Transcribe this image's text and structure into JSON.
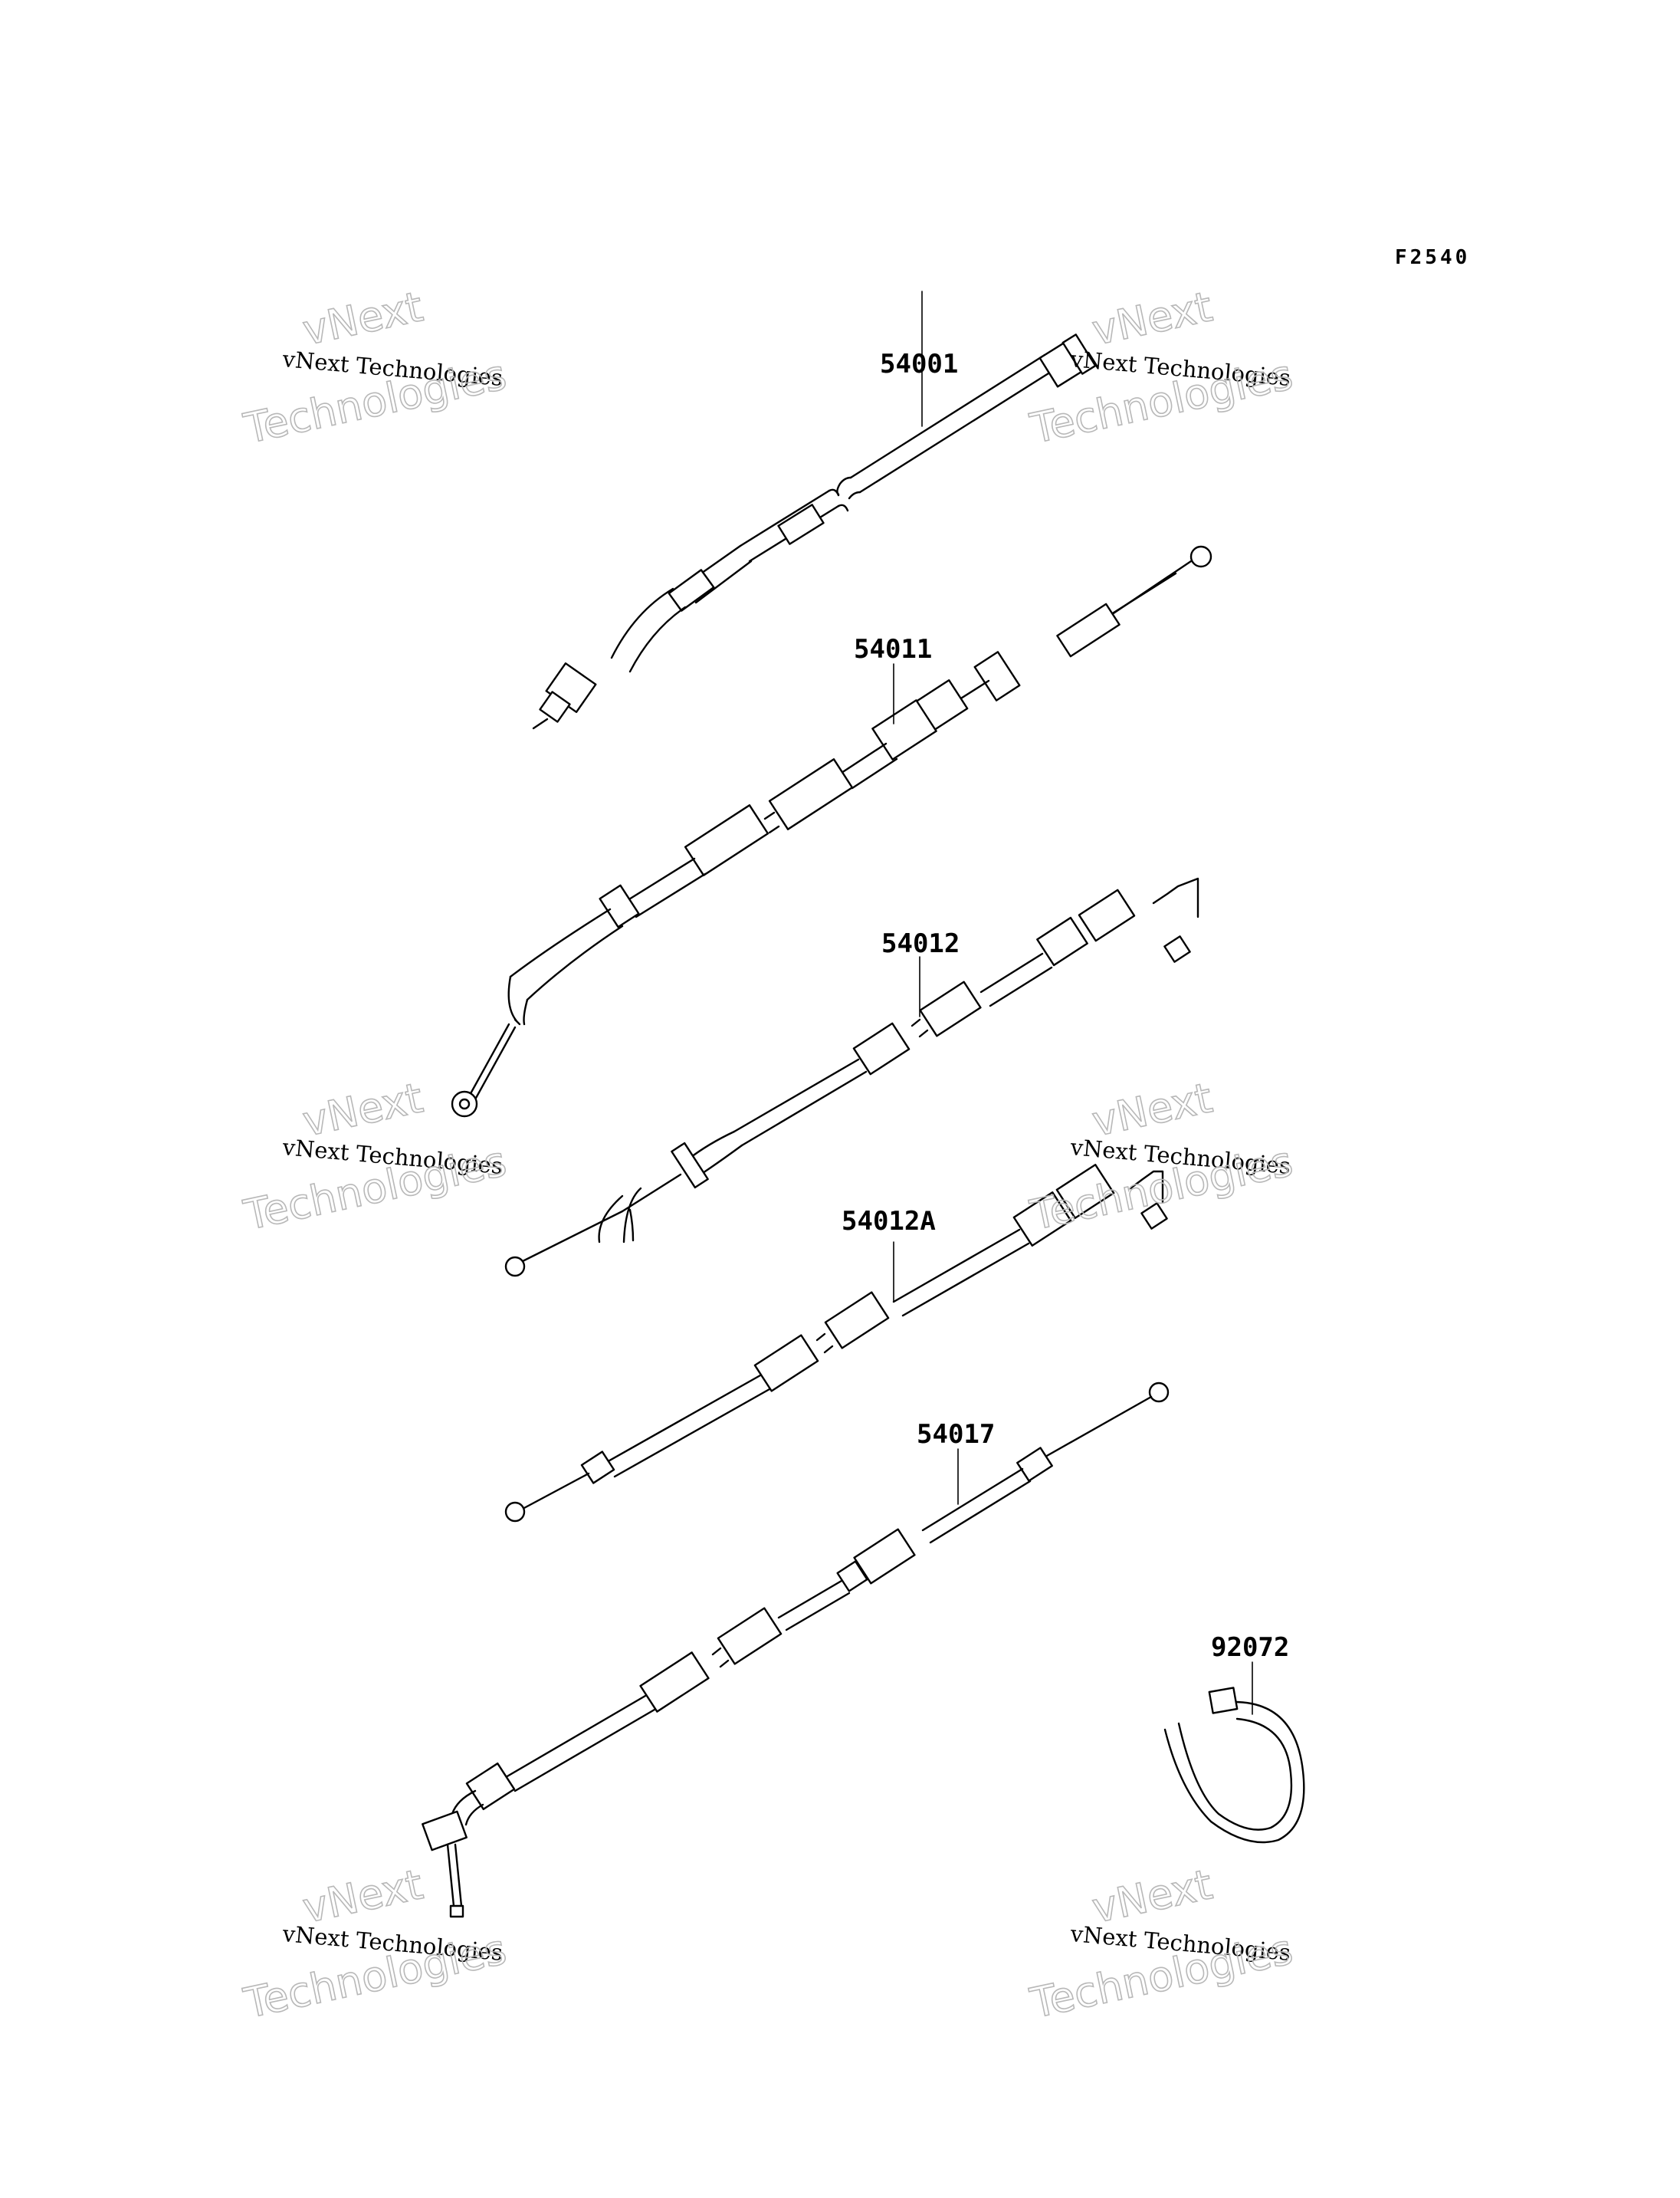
{
  "figure_code": "F2540",
  "watermark": {
    "line": "vNext Technologies",
    "top_word": "vNext",
    "bottom_word": "Technologies"
  },
  "parts": [
    {
      "id": "cable-54001",
      "label": "54001"
    },
    {
      "id": "cable-54011",
      "label": "54011"
    },
    {
      "id": "cable-54012",
      "label": "54012"
    },
    {
      "id": "cable-54012a",
      "label": "54012A"
    },
    {
      "id": "cable-54017",
      "label": "54017"
    },
    {
      "id": "band-92072",
      "label": "92072"
    }
  ]
}
